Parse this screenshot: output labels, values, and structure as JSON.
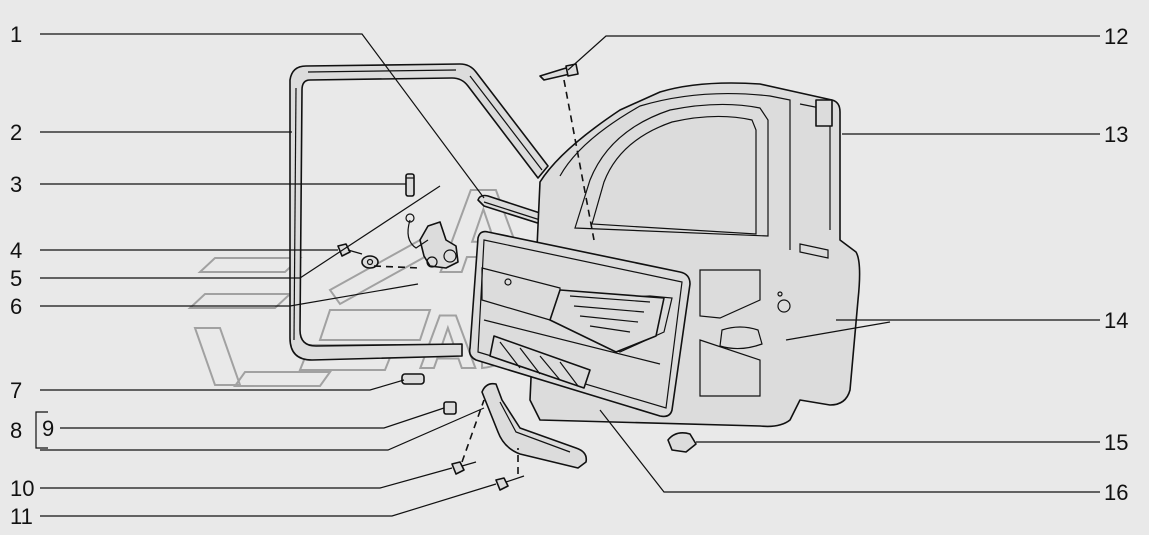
{
  "watermark": {
    "line1": "АВТО",
    "line2": "АЛЬЯНС"
  },
  "callouts": [
    {
      "id": "1",
      "text": "1"
    },
    {
      "id": "2",
      "text": "2"
    },
    {
      "id": "3",
      "text": "3"
    },
    {
      "id": "4",
      "text": "4"
    },
    {
      "id": "5",
      "text": "5"
    },
    {
      "id": "6",
      "text": "6"
    },
    {
      "id": "7",
      "text": "7"
    },
    {
      "id": "8",
      "text": "8"
    },
    {
      "id": "9",
      "text": "9"
    },
    {
      "id": "10",
      "text": "10"
    },
    {
      "id": "11",
      "text": "11"
    },
    {
      "id": "12",
      "text": "12"
    },
    {
      "id": "13",
      "text": "13"
    },
    {
      "id": "14",
      "text": "14"
    },
    {
      "id": "15",
      "text": "15"
    },
    {
      "id": "16",
      "text": "16"
    }
  ]
}
